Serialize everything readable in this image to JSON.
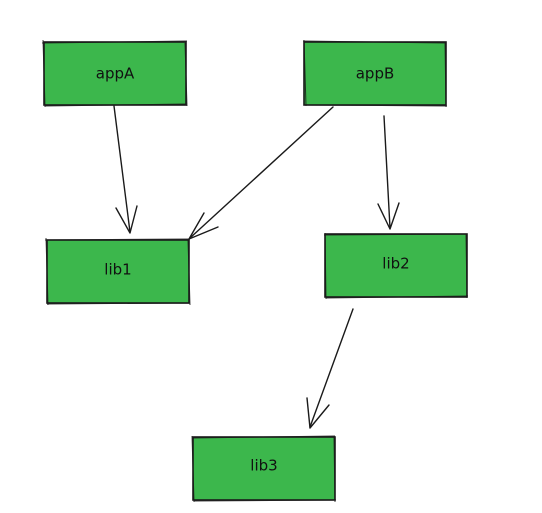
{
  "diagram": {
    "colors": {
      "node_fill": "#3cb74c",
      "stroke": "#1a1a1a"
    },
    "nodes": [
      {
        "id": "appA",
        "label": "appA"
      },
      {
        "id": "appB",
        "label": "appB"
      },
      {
        "id": "lib1",
        "label": "lib1"
      },
      {
        "id": "lib2",
        "label": "lib2"
      },
      {
        "id": "lib3",
        "label": "lib3"
      }
    ],
    "edges": [
      {
        "from": "appA",
        "to": "lib1"
      },
      {
        "from": "appB",
        "to": "lib1"
      },
      {
        "from": "appB",
        "to": "lib2"
      },
      {
        "from": "lib2",
        "to": "lib3"
      }
    ]
  }
}
